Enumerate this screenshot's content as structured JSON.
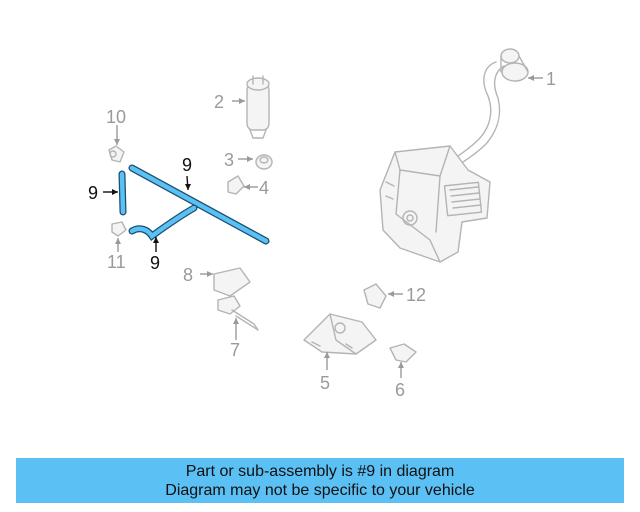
{
  "callouts": {
    "c1": "1",
    "c2": "2",
    "c3": "3",
    "c4": "4",
    "c5": "5",
    "c6": "6",
    "c7": "7",
    "c8": "8",
    "c9a": "9",
    "c9b": "9",
    "c9c": "9",
    "c10": "10",
    "c11": "11",
    "c12": "12"
  },
  "highlight_part": "9",
  "colors": {
    "highlight_fill": "#5bc0f4",
    "highlight_stroke": "#1a4f6e",
    "banner_bg": "#5bc0f4",
    "part_line": "#b4b4b4"
  },
  "banner": {
    "line1": "Part or sub-assembly is #9 in diagram",
    "line2": "Diagram may not be specific to your vehicle"
  }
}
